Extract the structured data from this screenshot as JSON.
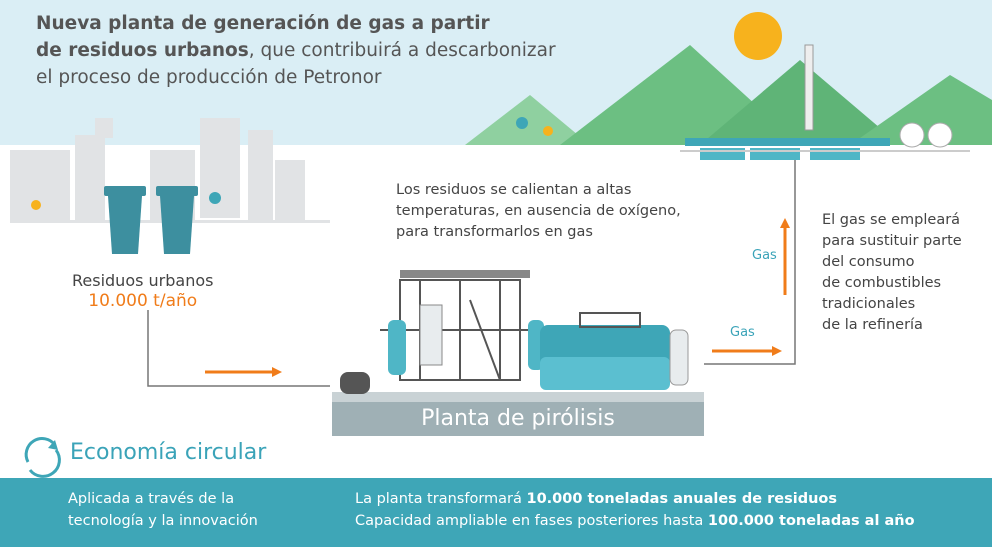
{
  "title": {
    "bold1": "Nueva planta de generación de gas a partir",
    "bold2": "de residuos urbanos",
    "rest2": ", que contribuirá a descarbonizar",
    "line3": "el proceso de producción de Petronor"
  },
  "waste": {
    "label": "Residuos urbanos",
    "amount": "10.000 t/año"
  },
  "process_note": [
    "Los residuos se calientan a altas",
    "temperaturas, en ausencia de oxígeno,",
    "para transformarlos en gas"
  ],
  "plant_label": "Planta de pirólisis",
  "gas_labels": [
    "Gas",
    "Gas"
  ],
  "refinery_note": [
    "El gas se empleará",
    "para sustituir parte",
    "del consumo",
    "de combustibles",
    "tradicionales",
    "de la refinería"
  ],
  "circular": {
    "title": "Economía circular",
    "sub": [
      "Aplicada a través de la",
      "tecnología y la innovación"
    ]
  },
  "band": {
    "l1a": "La planta transformará ",
    "l1b": "10.000 toneladas anuales de residuos",
    "l2a": "Capacidad ampliable en fases posteriores hasta ",
    "l2b": "100.000 toneladas al año"
  },
  "colors": {
    "sky": "#daeef5",
    "teal": "#3ea6b7",
    "orange": "#f07c1a",
    "green": "#6cbf82"
  }
}
